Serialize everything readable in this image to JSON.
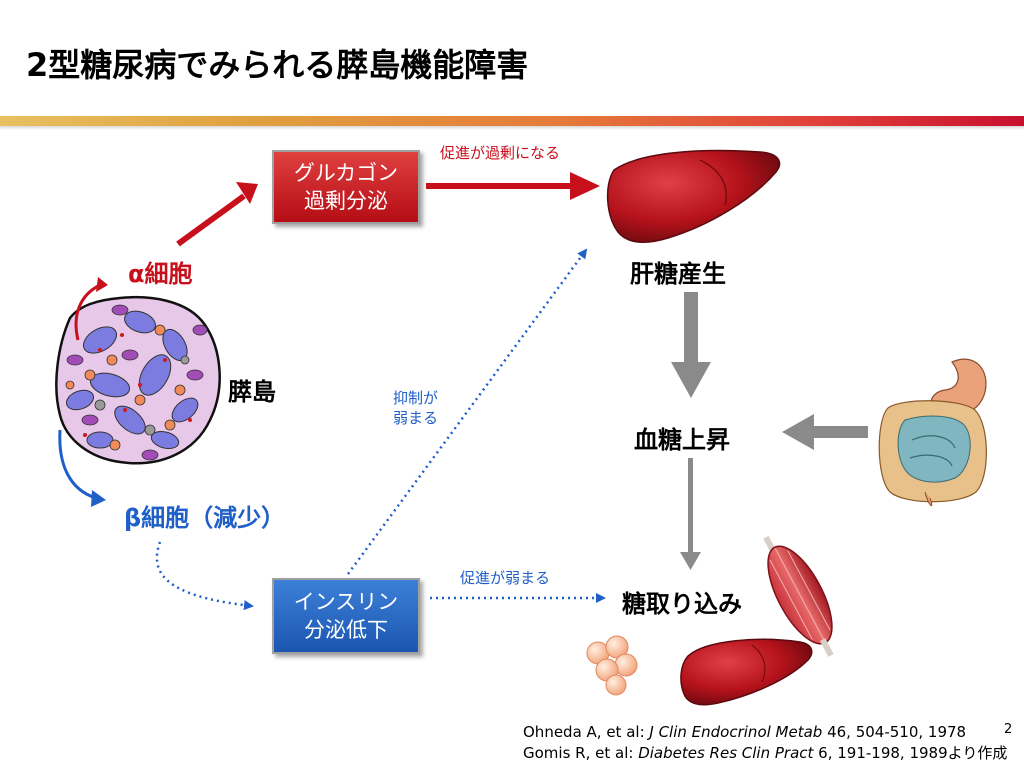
{
  "title": "2型糖尿病でみられる膵島機能障害",
  "boxes": {
    "glucagon": [
      "グルカゴン",
      "過剰分泌"
    ],
    "insulin": [
      "インスリン",
      "分泌低下"
    ]
  },
  "labels": {
    "alpha_cell": "α細胞",
    "beta_cell": "β細胞（減少）",
    "islet": "膵島",
    "hepatic_glucose": "肝糖産生",
    "blood_glucose": "血糖上昇",
    "glucose_uptake": "糖取り込み"
  },
  "arrow_notes": {
    "promote_excess": "促進が過剰になる",
    "suppress_weaken": [
      "抑制が",
      "弱まる"
    ],
    "promote_weaken": "促進が弱まる"
  },
  "citation": {
    "line1_authors": "Ohneda A, et al: ",
    "line1_journal": "J Clin Endocrinol Metab",
    "line1_rest": " 46, 504-510, 1978",
    "line2_authors": "Gomis R, et al: ",
    "line2_journal": "Diabetes Res Clin Pract",
    "line2_rest": " 6, 191-198, 1989より作成"
  },
  "page_number": "2",
  "colors": {
    "red": "#c8101c",
    "blue": "#1f5fc8",
    "liver": "#b5121b",
    "gray_arrow": "#8a8a8a"
  }
}
